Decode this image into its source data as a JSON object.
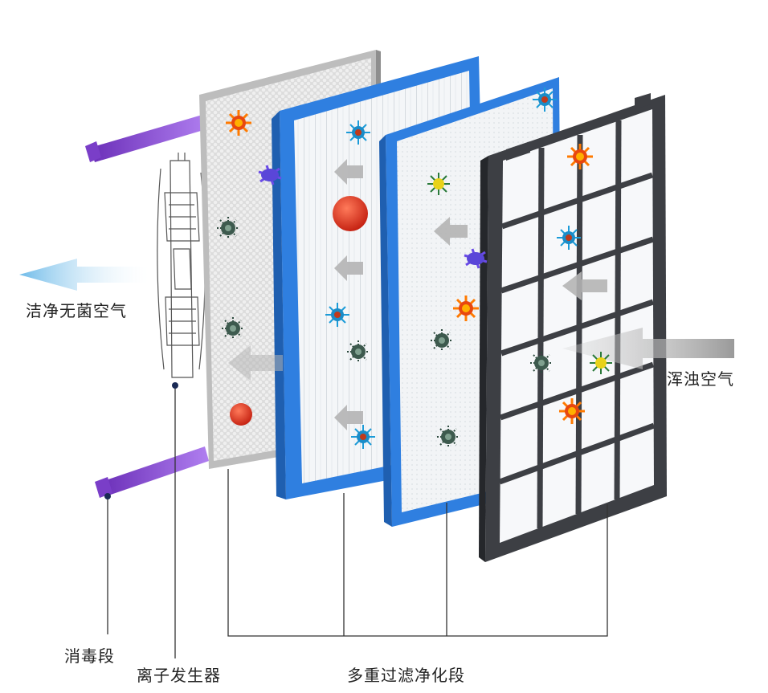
{
  "labels": {
    "clean_air": "洁净无菌空气",
    "dirty_air": "浑浊空气",
    "disinfection": "消毒段",
    "ion_generator": "离子发生器",
    "multi_filter": "多重过滤净化段"
  },
  "colors": {
    "uv_lamp": "#8a4fd6",
    "blue_frame": "#2f7fe0",
    "grid_frame": "#3d3f44",
    "clean_arrow": "#7fc4ee",
    "dirty_arrow": "#a9a9a9",
    "leader_line": "#333333"
  },
  "icons": [
    "orange-germ-icon",
    "blue-virus-icon",
    "dark-bacteria-icon",
    "yellow-germ-icon",
    "red-ball-icon",
    "purple-germ-icon"
  ]
}
